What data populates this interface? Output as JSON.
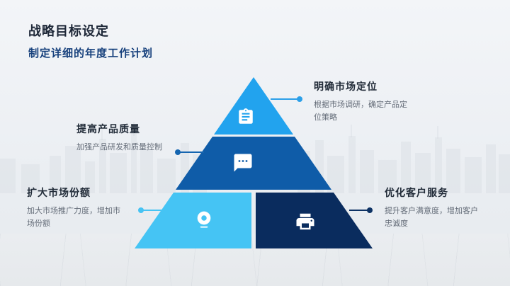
{
  "slide": {
    "title": "战略目标设定",
    "subtitle": "制定详细的年度工作计划"
  },
  "callouts": [
    {
      "id": "market-positioning",
      "heading": "明确市场定位",
      "desc": "根据市场调研，确定产品定位策略"
    },
    {
      "id": "product-quality",
      "heading": "提高产品质量",
      "desc": "加强产品研发和质量控制"
    },
    {
      "id": "market-share",
      "heading": "扩大市场份额",
      "desc": "加大市场推广力度，增加市场份额"
    },
    {
      "id": "customer-service",
      "heading": "优化客户服务",
      "desc": "提升客户满意度，增加客户忠诚度"
    }
  ],
  "pyramid": {
    "segments": [
      {
        "position": "top",
        "icon": "clipboard-icon",
        "color": "#22a3ee",
        "linked_callout": "明确市场定位"
      },
      {
        "position": "middle",
        "icon": "chat-bubble-icon",
        "color": "#0f5ca8",
        "linked_callout": "提高产品质量"
      },
      {
        "position": "bottom-left",
        "icon": "webcam-icon",
        "color": "#45c4f4",
        "linked_callout": "扩大市场份额"
      },
      {
        "position": "bottom-right",
        "icon": "printer-icon",
        "color": "#0a2c5e",
        "linked_callout": "优化客户服务"
      }
    ]
  },
  "colors": {
    "title": "#1e2838",
    "subtitle": "#16407c",
    "callout_heading": "#212b38",
    "callout_description": "#646c78",
    "segment_top": "#22a3ee",
    "segment_middle": "#0f5ca8",
    "segment_bottom_left": "#45c4f4",
    "segment_bottom_right": "#0a2c5e",
    "connector_top_right": "#2b9fe8",
    "connector_middle_left": "#1565b0",
    "connector_bottom_left": "#47c3f3",
    "connector_bottom_right": "#0d3264",
    "background": "#eef1f5"
  }
}
